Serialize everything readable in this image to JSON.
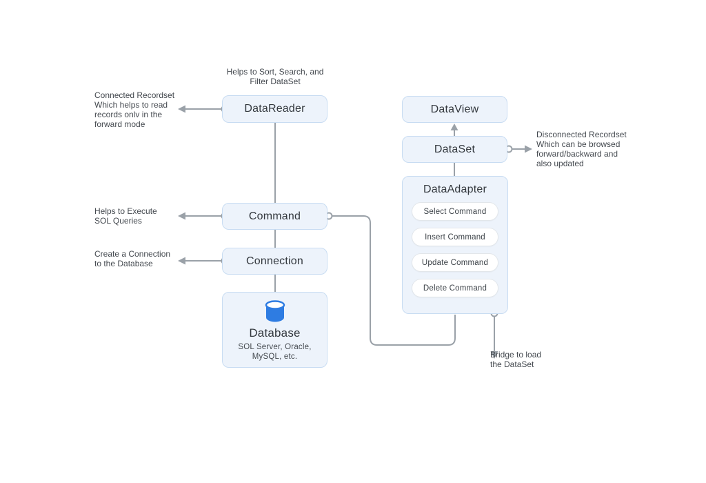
{
  "diagram_title": "ADO.NET data access diagram",
  "colors": {
    "box_fill": "#edf3fb",
    "box_border": "#c8dcf2",
    "pill_fill": "#ffffff",
    "pill_border": "#e2e6ea",
    "line": "#9aa1a8",
    "title_text": "#33383e",
    "annotation_text": "#44494f",
    "database_icon_blue": "#2e7ce2"
  },
  "nodes": {
    "data_reader": {
      "label": "DataReader"
    },
    "command": {
      "label": "Command"
    },
    "connection": {
      "label": "Connection"
    },
    "database": {
      "label": "Database",
      "sublabel": "SOL Server, Oracle,\nMySQL, etc."
    },
    "data_view": {
      "label": "DataView"
    },
    "data_set": {
      "label": "DataSet"
    },
    "data_adapter": {
      "label": "DataAdapter",
      "commands": [
        "Select Command",
        "Insert Command",
        "Update Command",
        "Delete Command"
      ]
    }
  },
  "annotations": {
    "sort_filter": "Helps to Sort, Search, and\nFilter DataSet",
    "connected_recordset": "Connected Recordset\nWhich helps to read\nrecords onlv in the\nforward mode",
    "execute_queries": "Helps to Execute\nSOL Queries",
    "create_connection": "Create a Connection\nto the Database",
    "disconnected_recordset": "Disconnected Recordset\nWhich can be browsed\nforward/backward and\nalso updated",
    "bridge": "Bridge to load\nthe DataSet"
  }
}
